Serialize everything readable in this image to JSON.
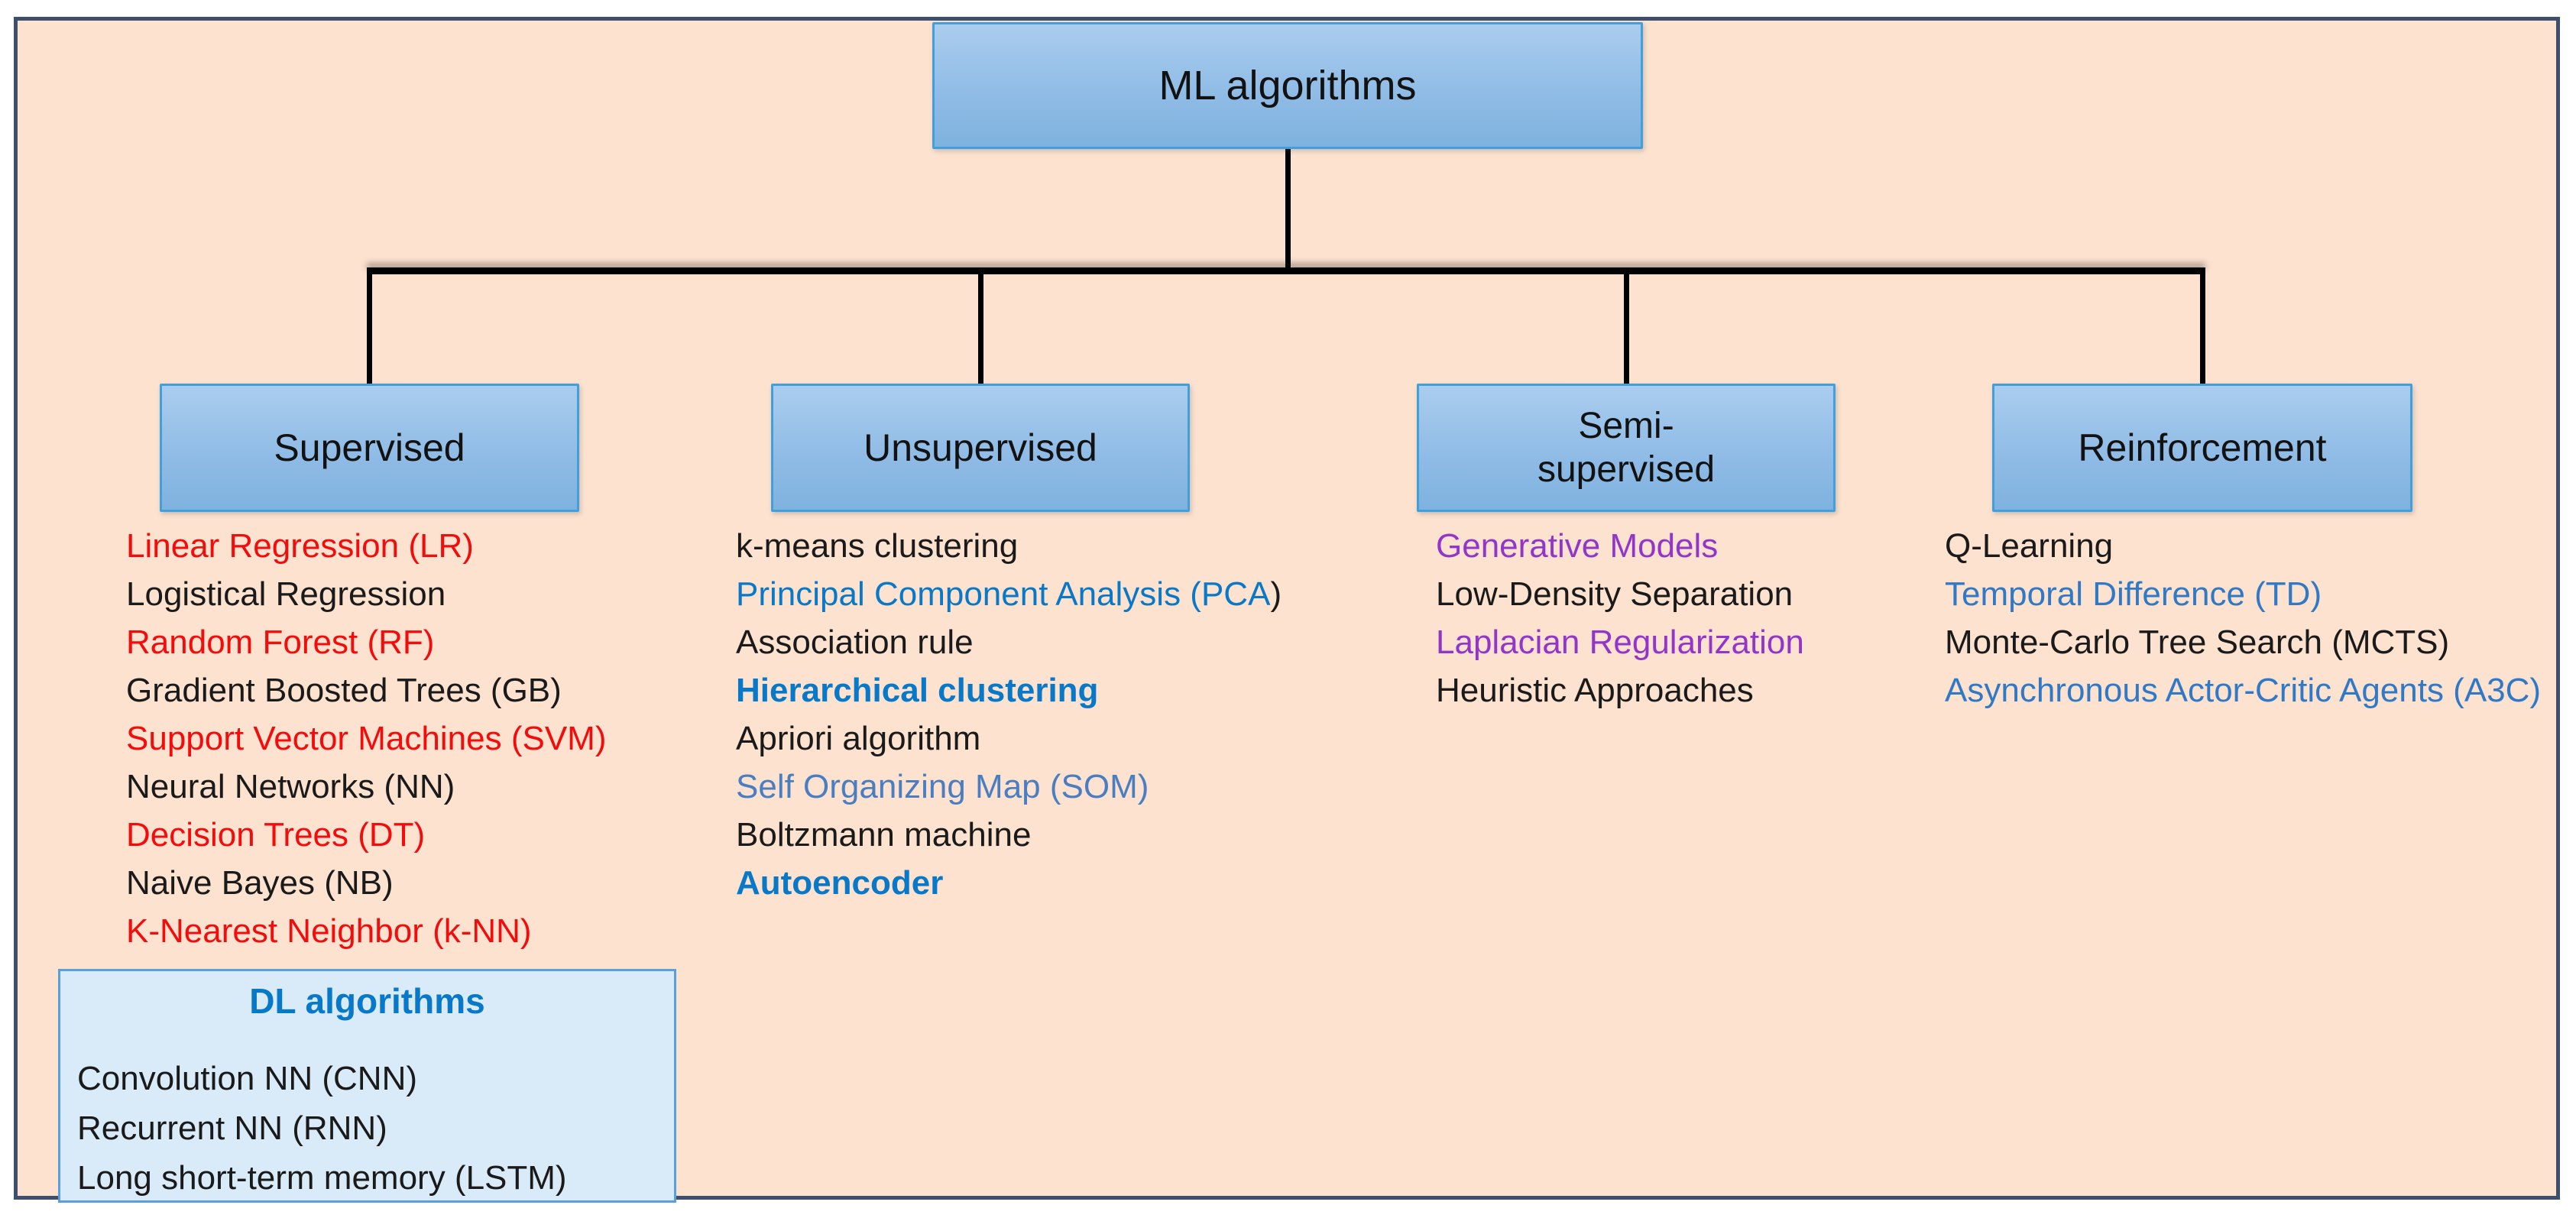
{
  "palette": {
    "canvas_bg": "#fce2cf",
    "frame_border": "#3e4f6d",
    "node_fill_top": "#aacdee",
    "node_fill_bottom": "#7fb2df",
    "node_border": "#41a0dc",
    "connector": "#000000",
    "dl_box_fill": "#d9eaf8",
    "dl_box_border": "#57a0dd",
    "red": "#f40b0b",
    "black": "#1a1a1a",
    "blue_bold": "#0878c8",
    "blue_soft": "#4a7ec2",
    "blue_med": "#3079c6",
    "purple": "#9136c9"
  },
  "root": {
    "label": "ML algorithms"
  },
  "branches": [
    {
      "label": "Supervised",
      "items": [
        [
          {
            "t": "Linear Regression (LR)",
            "c": "red"
          }
        ],
        [
          {
            "t": "Logistical Regression",
            "c": "black"
          }
        ],
        [
          {
            "t": "Random Forest (RF)",
            "c": "red"
          }
        ],
        [
          {
            "t": "Gradient Boosted Trees (GB)",
            "c": "black"
          }
        ],
        [
          {
            "t": "Support Vector Machines (SVM)",
            "c": "red"
          }
        ],
        [
          {
            "t": "Neural Networks (NN)",
            "c": "black"
          }
        ],
        [
          {
            "t": "Decision Trees (DT)",
            "c": "red"
          }
        ],
        [
          {
            "t": "Naive Bayes (NB)",
            "c": "black"
          }
        ],
        [
          {
            "t": "K-Nearest Neighbor (k-NN)",
            "c": "red"
          }
        ]
      ]
    },
    {
      "label": "Unsupervised",
      "items": [
        [
          {
            "t": "k-means clustering",
            "c": "black"
          }
        ],
        [
          {
            "t": "Principal Component Analysis (PCA",
            "c": "blue_bold"
          },
          {
            "t": ")",
            "c": "black"
          }
        ],
        [
          {
            "t": "Association rule",
            "c": "black"
          }
        ],
        [
          {
            "t": "Hierarchical clustering",
            "c": "blue_bold",
            "b": true
          }
        ],
        [
          {
            "t": "Apriori algorithm",
            "c": "black"
          }
        ],
        [
          {
            "t": "Self Organizing Map (SOM)",
            "c": "blue_soft"
          }
        ],
        [
          {
            "t": "Boltzmann machine",
            "c": "black"
          }
        ],
        [
          {
            "t": "Autoencoder",
            "c": "blue_bold",
            "b": true
          }
        ]
      ]
    },
    {
      "label": "Semi-\nsupervised",
      "items": [
        [
          {
            "t": "Generative Models",
            "c": "purple"
          }
        ],
        [
          {
            "t": "Low-Density Separation",
            "c": "black"
          }
        ],
        [
          {
            "t": "Laplacian Regularization",
            "c": "purple"
          }
        ],
        [
          {
            "t": "Heuristic Approaches",
            "c": "black"
          }
        ]
      ]
    },
    {
      "label": "Reinforcement",
      "items": [
        [
          {
            "t": "Q-Learning",
            "c": "black"
          }
        ],
        [
          {
            "t": "Temporal Difference (TD)",
            "c": "blue_med"
          }
        ],
        [
          {
            "t": "Monte-Carlo Tree Search (MCTS)",
            "c": "black"
          }
        ],
        [
          {
            "t": "Asynchronous Actor-Critic Agents (A3C)",
            "c": "blue_med"
          }
        ]
      ]
    }
  ],
  "dl_box": {
    "title": "DL algorithms",
    "items": [
      "Convolution NN (CNN)",
      "Recurrent NN (RNN)",
      "Long short-term memory (LSTM)"
    ]
  }
}
